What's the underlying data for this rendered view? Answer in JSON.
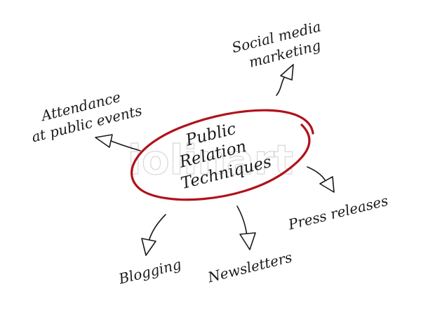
{
  "diagram": {
    "center": {
      "line1": "Public",
      "line2": "Relation",
      "line3": "Techniques"
    },
    "nodes": {
      "social_line1": "Social media",
      "social_line2": "marketing",
      "attendance_line1": "Attendance",
      "attendance_line2": "at public events",
      "press": "Press releases",
      "blogging": "Blogging",
      "newsletters": "Newsletters"
    },
    "watermark": "iolinart",
    "colors": {
      "ellipse": "#b0121b",
      "text": "#1a1a1a",
      "background": "#ffffff"
    }
  }
}
